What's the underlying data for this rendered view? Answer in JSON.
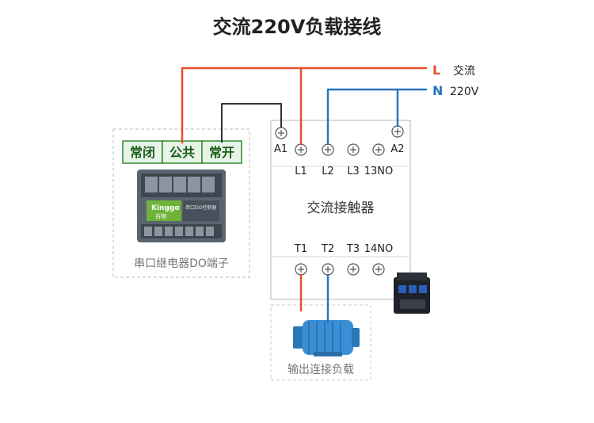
{
  "title": "交流220V负载接线",
  "power": {
    "L_label": "L",
    "L_text": "交流",
    "N_label": "N",
    "N_text": "220V",
    "L_color": "#e8502a",
    "N_color": "#2a74c0"
  },
  "relay_module": {
    "terminals": [
      "常闭",
      "公共",
      "常开"
    ],
    "caption": "串口继电器DO端子",
    "brand": "Kinggo",
    "brand_cn": "吉咖",
    "panel_text": "串口DO控制器"
  },
  "contactor": {
    "top_labels": [
      "A1",
      "L1",
      "L2",
      "L3",
      "13NO",
      "A2"
    ],
    "name": "交流接触器",
    "bottom_labels": [
      "T1",
      "T2",
      "T3",
      "14NO"
    ]
  },
  "load": {
    "caption": "输出连接负载"
  },
  "colors": {
    "wire_black": "#2c3440",
    "dashed_border": "#bbbbbb",
    "terminal_green": "#2e8b2e"
  }
}
